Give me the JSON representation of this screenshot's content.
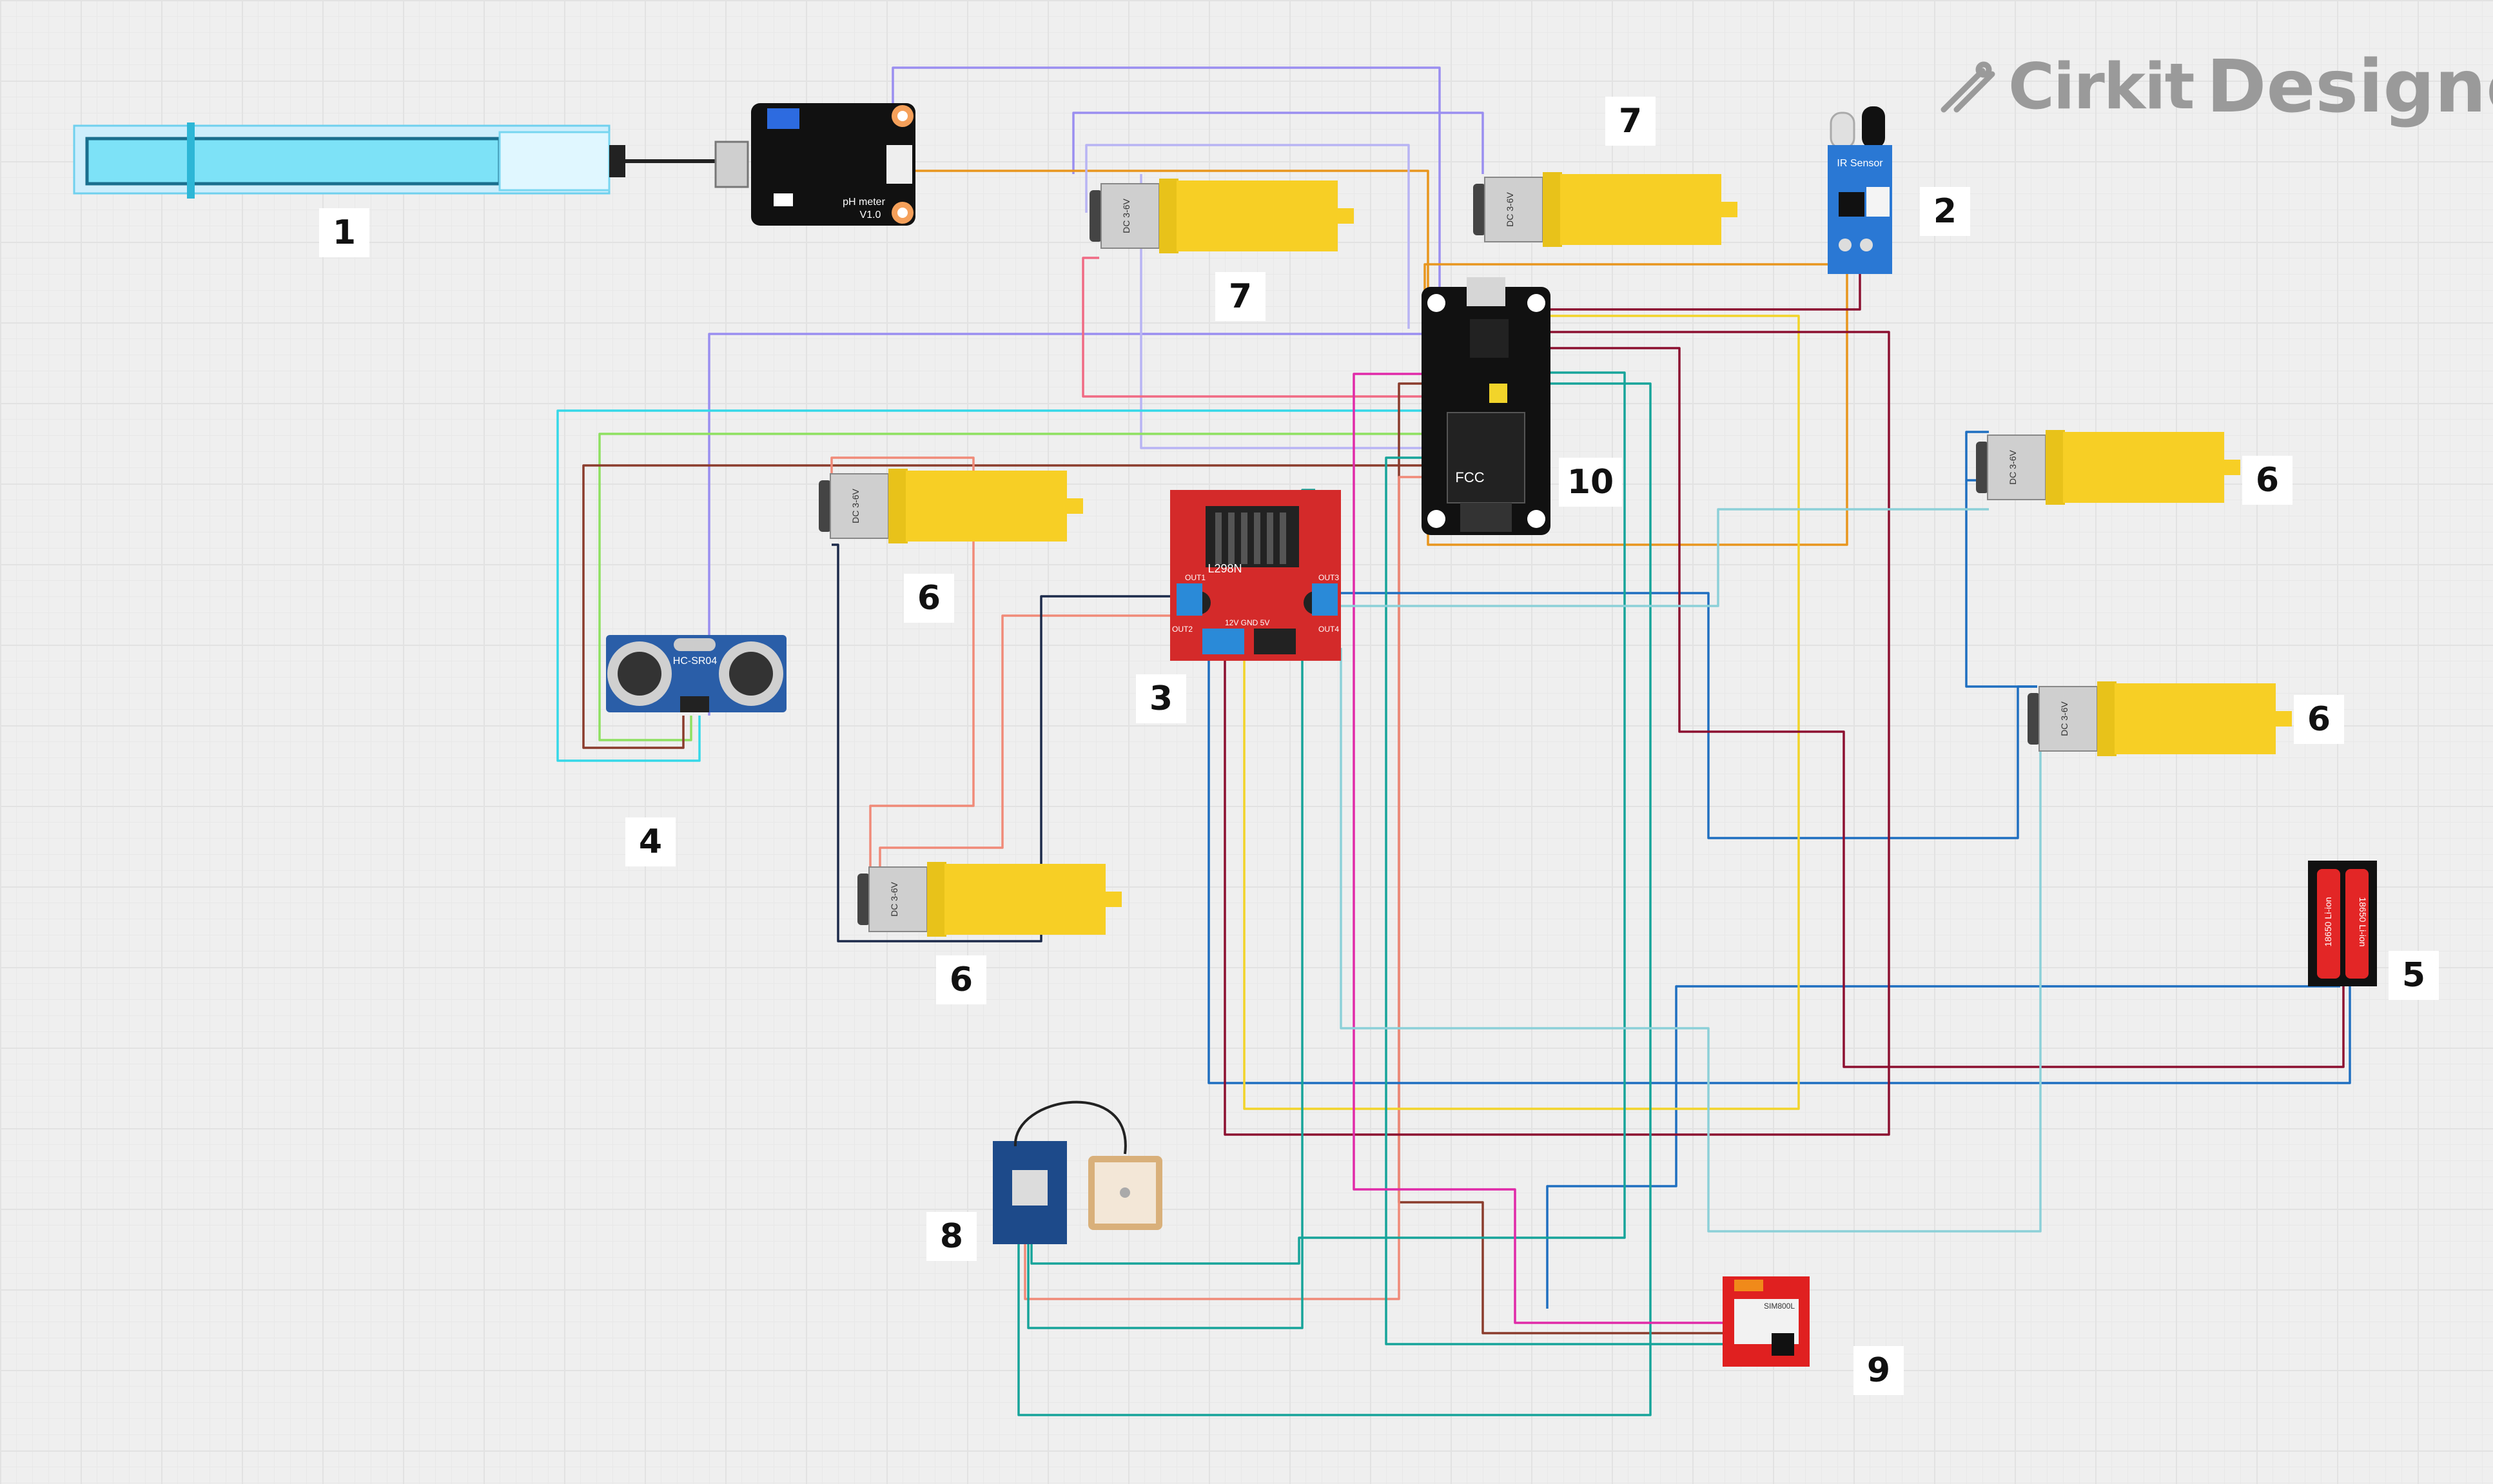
{
  "app": {
    "brand_prefix": "Cirkit",
    "brand_suffix": "Designer"
  },
  "labels": {
    "ph_probe": "1",
    "ir_sensor": "2",
    "motor_driver": "3",
    "ultrasonic": "4",
    "battery": "5",
    "motor_6": "6",
    "motor_7": "7",
    "gps": "8",
    "gsm": "9",
    "esp": "10"
  },
  "components": {
    "ph_meter": {
      "line1": "pH meter",
      "line2": "V1.0"
    },
    "ir_sensor": {
      "text": "IR Sensor"
    },
    "motor_driver": {
      "text": "L298N",
      "out1": "OUT1",
      "out2": "OUT2",
      "out3": "OUT3",
      "out4": "OUT4",
      "pwr": "12V GND 5V"
    },
    "motor": {
      "text": "DC 3-6V"
    },
    "ultrasonic": {
      "text": "HC-SR04"
    },
    "battery": {
      "cell": "18650 Li-ion"
    },
    "gsm": {
      "text": "SIM800L"
    },
    "esp": {
      "text": "FCC"
    }
  },
  "colors": {
    "wire_purple": "#9a8ef0",
    "wire_orange": "#e8961e",
    "wire_lavender": "#b8b4f4",
    "wire_pink": "#f06a84",
    "wire_cyan": "#35d8e8",
    "wire_green": "#8ee060",
    "wire_brown": "#8a3b2c",
    "wire_navy": "#1c2a4a",
    "wire_salmon": "#f08a78",
    "wire_blue": "#1f6fc0",
    "wire_yellow": "#f2d42a",
    "wire_maroon": "#8c1030",
    "wire_teal": "#17a49a",
    "wire_magenta": "#e02aa8",
    "wire_lightblue": "#8cd0d8"
  }
}
